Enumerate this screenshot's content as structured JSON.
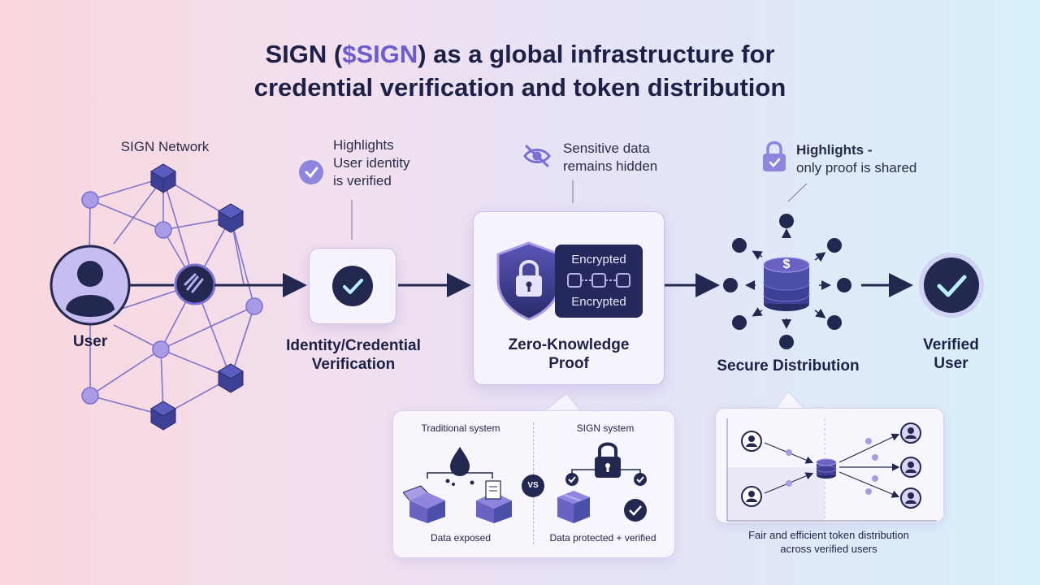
{
  "title": {
    "line1_pre": "SIGN (",
    "line1_accent": "$SIGN",
    "line1_post": ") as a global infrastructure for",
    "line2": "credential verification and token distribution"
  },
  "network": {
    "label": "SIGN Network",
    "user_label": "User"
  },
  "identity": {
    "note_title": "Highlights",
    "note_line1": "User identity",
    "note_line2": "is verified",
    "label_line1": "Identity/Credential",
    "label_line2": "Verification"
  },
  "zkp": {
    "note_line1": "Sensitive data",
    "note_line2": "remains hidden",
    "enc_top": "Encrypted",
    "enc_bottom": "Encrypted",
    "label_line1": "Zero-Knowledge",
    "label_line2": "Proof"
  },
  "distribution": {
    "note_line1": "Highlights -",
    "note_line2": "only proof is shared",
    "label": "Secure Distribution",
    "coin_symbol": "$"
  },
  "verified": {
    "label_line1": "Verified",
    "label_line2": "User"
  },
  "comparison": {
    "traditional_title": "Traditional system",
    "sign_title": "SIGN system",
    "vs": "VS",
    "traditional_caption": "Data exposed",
    "sign_caption": "Data protected + verified"
  },
  "fair": {
    "caption_line1": "Fair and efficient token distribution",
    "caption_line2": "across verified users"
  },
  "colors": {
    "navy": "#22284f",
    "purple": "#7a6fd6",
    "lavender": "#a99be6",
    "node_blue": "#4a4fa8",
    "accent": "#6d5bd0"
  }
}
